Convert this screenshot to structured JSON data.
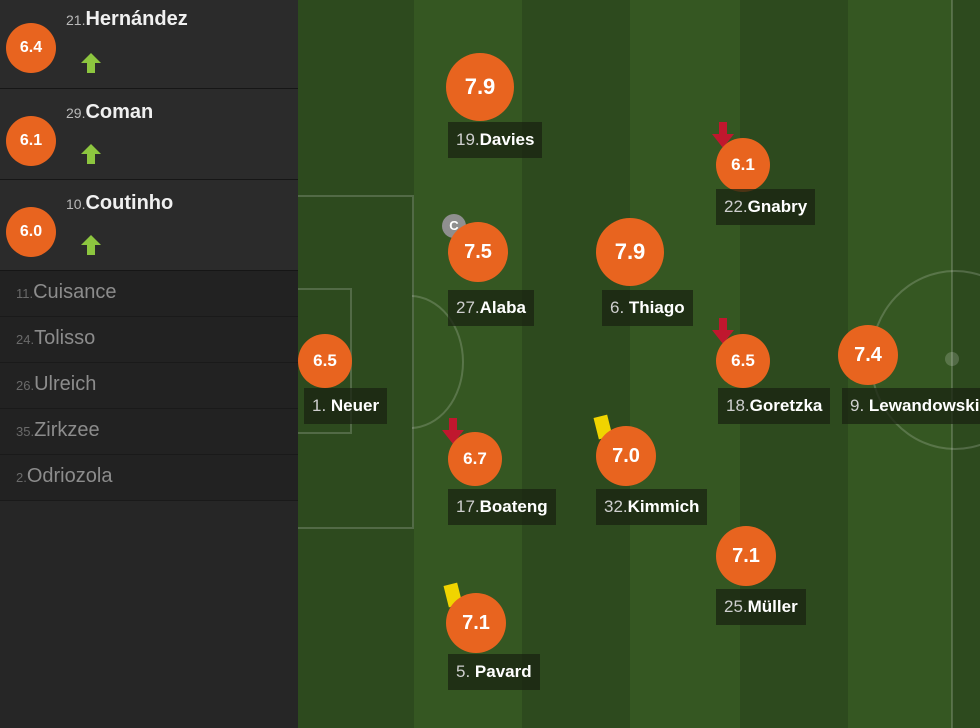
{
  "colors": {
    "rating": "#e8641f",
    "pitch_dark": "#2d4a1e",
    "pitch_light": "#355722",
    "sub_in": "#8dc63f",
    "sub_out": "#c0172e",
    "yellow_card": "#f0d400"
  },
  "substitutes_used": [
    {
      "number": "21.",
      "name": "Hernández",
      "rating": "6.4",
      "icon": "sub-in-arrow-icon"
    },
    {
      "number": "29.",
      "name": "Coman",
      "rating": "6.1",
      "icon": "sub-in-arrow-icon"
    },
    {
      "number": "10.",
      "name": "Coutinho",
      "rating": "6.0",
      "icon": "sub-in-arrow-icon"
    }
  ],
  "bench": [
    {
      "number": "11.",
      "name": "Cuisance"
    },
    {
      "number": "24.",
      "name": "Tolisso"
    },
    {
      "number": "26.",
      "name": "Ulreich"
    },
    {
      "number": "35.",
      "name": "Zirkzee"
    },
    {
      "number": "2.",
      "name": "Odriozola"
    }
  ],
  "players": [
    {
      "number": "19.",
      "name": "Davies",
      "rating": "7.9"
    },
    {
      "number": "22.",
      "name": "Gnabry",
      "rating": "6.1",
      "subbed_off": true
    },
    {
      "number": "27.",
      "name": "Alaba",
      "rating": "7.5",
      "captain": "C"
    },
    {
      "number": "6. ",
      "name": "Thiago",
      "rating": "7.9"
    },
    {
      "number": "1. ",
      "name": "Neuer",
      "rating": "6.5"
    },
    {
      "number": "18.",
      "name": "Goretzka",
      "rating": "6.5",
      "subbed_off": true
    },
    {
      "number": "9. ",
      "name": "Lewandowski",
      "rating": "7.4"
    },
    {
      "number": "17.",
      "name": "Boateng",
      "rating": "6.7",
      "subbed_off": true
    },
    {
      "number": "32.",
      "name": "Kimmich",
      "rating": "7.0",
      "yellow_card": true
    },
    {
      "number": "25.",
      "name": "Müller",
      "rating": "7.1"
    },
    {
      "number": "5. ",
      "name": "Pavard",
      "rating": "7.1",
      "yellow_card": true
    }
  ]
}
